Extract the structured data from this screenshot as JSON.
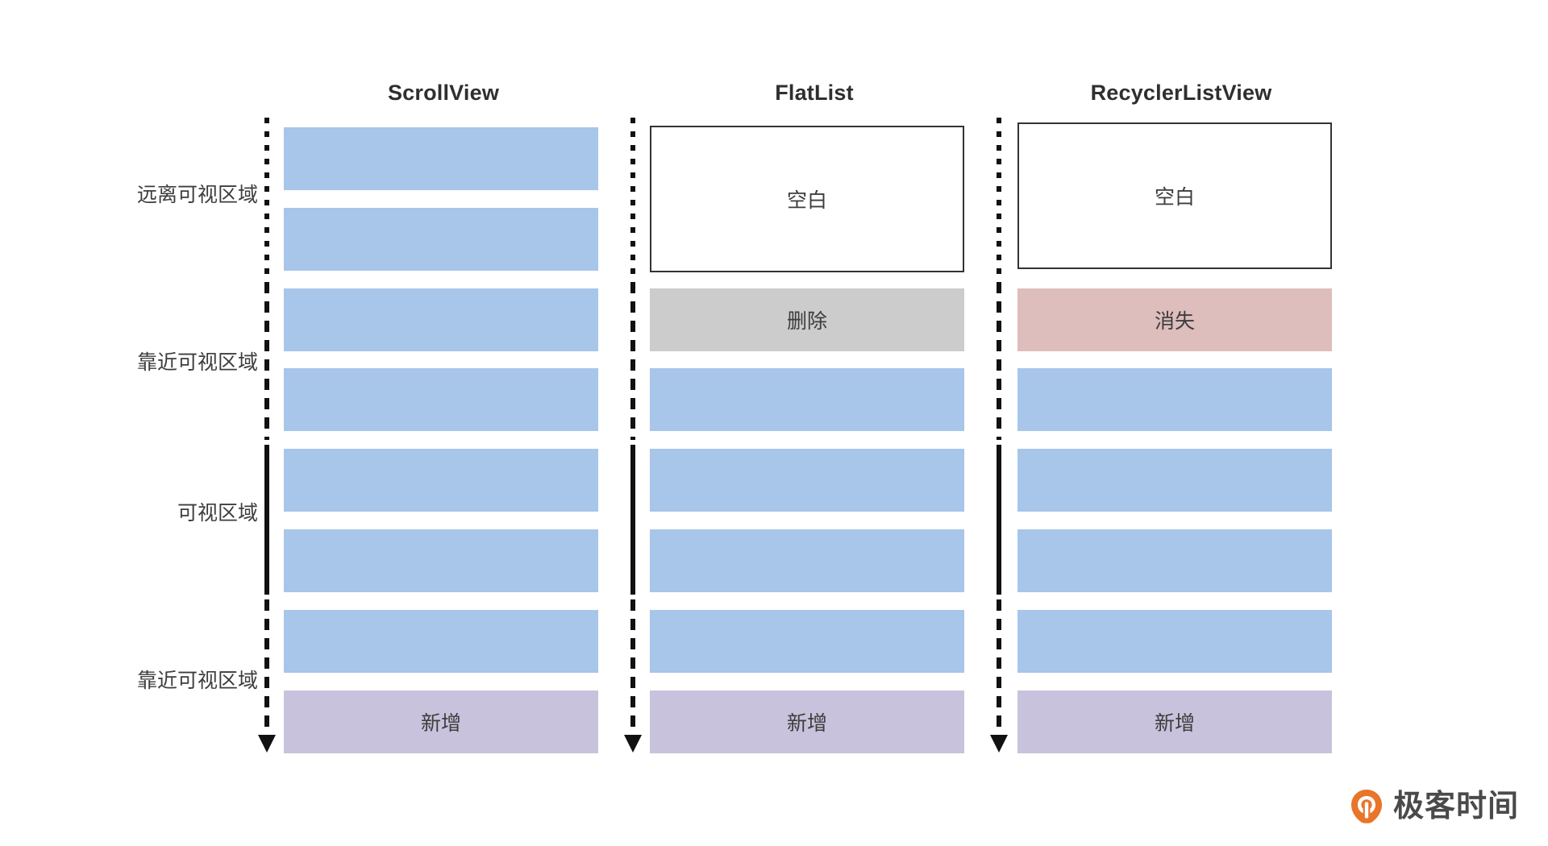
{
  "diagram": {
    "title_columns": [
      "ScrollView",
      "FlatList",
      "RecyclerListView"
    ],
    "zone_labels": [
      "远离可视区域",
      "靠近可视区域",
      "可视区域",
      "靠近可视区域"
    ],
    "colors": {
      "item_blue": "#a8c5ea",
      "removed_gray": "#cccccc",
      "disappear_pink": "#debdbd",
      "added_purple": "#c9c2dc",
      "blank_outline": "#333333",
      "rail": "#111111",
      "text": "#3d3d3d",
      "brand_orange": "#e8752a"
    },
    "columns": [
      {
        "name": "ScrollView",
        "blocks": [
          {
            "label": "",
            "style": "blue",
            "zone": "far"
          },
          {
            "label": "",
            "style": "blue",
            "zone": "far"
          },
          {
            "label": "",
            "style": "blue",
            "zone": "near-top"
          },
          {
            "label": "",
            "style": "blue",
            "zone": "near-top"
          },
          {
            "label": "",
            "style": "blue",
            "zone": "visible"
          },
          {
            "label": "",
            "style": "blue",
            "zone": "visible"
          },
          {
            "label": "",
            "style": "blue",
            "zone": "near-bottom"
          },
          {
            "label": "新增",
            "style": "purple",
            "zone": "near-bottom"
          }
        ]
      },
      {
        "name": "FlatList",
        "blocks": [
          {
            "label": "空白",
            "style": "outline",
            "zone": "far"
          },
          {
            "label": "删除",
            "style": "gray",
            "zone": "near-top"
          },
          {
            "label": "",
            "style": "blue",
            "zone": "near-top"
          },
          {
            "label": "",
            "style": "blue",
            "zone": "visible"
          },
          {
            "label": "",
            "style": "blue",
            "zone": "visible"
          },
          {
            "label": "",
            "style": "blue",
            "zone": "near-bottom"
          },
          {
            "label": "新增",
            "style": "purple",
            "zone": "near-bottom"
          }
        ]
      },
      {
        "name": "RecyclerListView",
        "blocks": [
          {
            "label": "空白",
            "style": "outline",
            "zone": "far"
          },
          {
            "label": "消失",
            "style": "pink",
            "zone": "near-top"
          },
          {
            "label": "",
            "style": "blue",
            "zone": "near-top"
          },
          {
            "label": "",
            "style": "blue",
            "zone": "visible"
          },
          {
            "label": "",
            "style": "blue",
            "zone": "visible"
          },
          {
            "label": "",
            "style": "blue",
            "zone": "near-bottom"
          },
          {
            "label": "新增",
            "style": "purple",
            "zone": "near-bottom"
          }
        ]
      }
    ]
  },
  "watermark": {
    "text": "极客时间"
  }
}
